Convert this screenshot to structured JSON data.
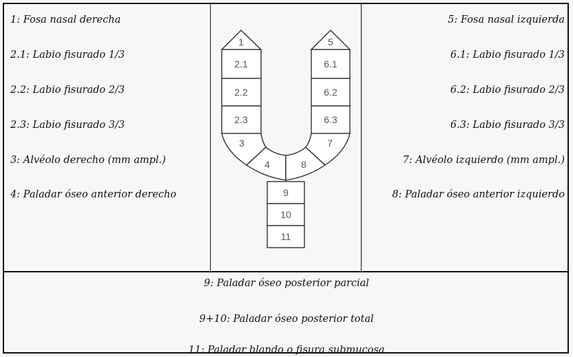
{
  "left_labels": [
    "1: Fosa nasal derecha",
    "2.1: Labio fisurado 1/3",
    "2.2: Labio fisurado 2/3",
    "2.3: Labio fisurado 3/3",
    "3: Alvéolo derecho (mm ampl.)",
    "4: Paladar óseo anterior derecho"
  ],
  "right_labels": [
    "5: Fosa nasal izquierda",
    "6.1: Labio fisurado 1/3",
    "6.2: Labio fisurado 2/3",
    "6.3: Labio fisurado 3/3",
    "7: Alvéolo izquierdo (mm ampl.)",
    "8: Paladar óseo anterior izquierdo"
  ],
  "bottom_labels": [
    "9: Paladar óseo posterior parcial",
    "9+10: Paladar óseo posterior total",
    "11: Paladar blando o fisura submucosa"
  ],
  "diagram": {
    "nums": {
      "n1": "1",
      "n21": "2.1",
      "n22": "2.2",
      "n23": "2.3",
      "n3": "3",
      "n4": "4",
      "n5": "5",
      "n61": "6.1",
      "n62": "6.2",
      "n63": "6.3",
      "n7": "7",
      "n8": "8",
      "n9": "9",
      "n10": "10",
      "n11": "11"
    }
  }
}
